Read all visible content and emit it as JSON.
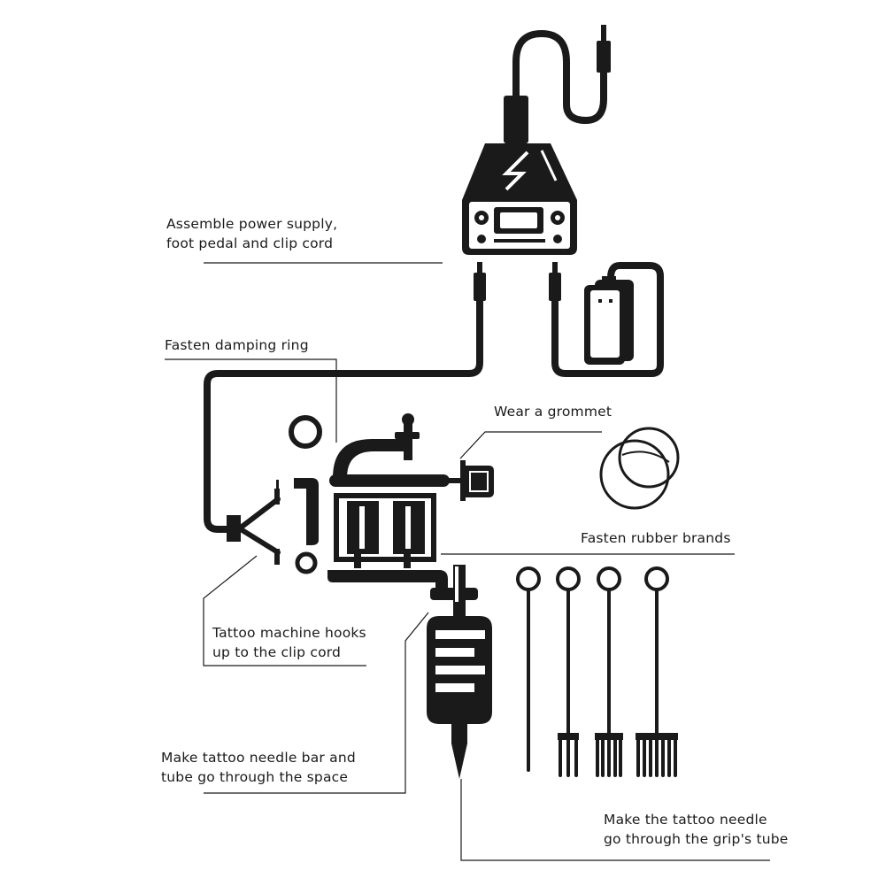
{
  "colors": {
    "ink": "#1a1a1a",
    "paper": "#ffffff"
  },
  "labels": {
    "power_supply": [
      "Assemble power supply,",
      "foot pedal and clip cord"
    ],
    "damping_ring": [
      "Fasten damping ring"
    ],
    "grommet": [
      "Wear a grommet"
    ],
    "rubber_bands": [
      "Fasten rubber brands"
    ],
    "hooks": [
      "Tattoo machine hooks",
      "up to the clip cord"
    ],
    "needle_bar": [
      "Make tattoo needle bar and",
      "tube go through the space"
    ],
    "needle_grip": [
      "Make the tattoo needle",
      "go through the grip's tube"
    ]
  },
  "icons": [
    "power-supply-icon",
    "foot-pedal-icon",
    "clip-cord-icon",
    "rca-plug-icon",
    "damping-ring-icon",
    "grommet-icon",
    "tattoo-machine-icon",
    "grip-tube-icon",
    "needle-icon",
    "lightning-icon"
  ]
}
